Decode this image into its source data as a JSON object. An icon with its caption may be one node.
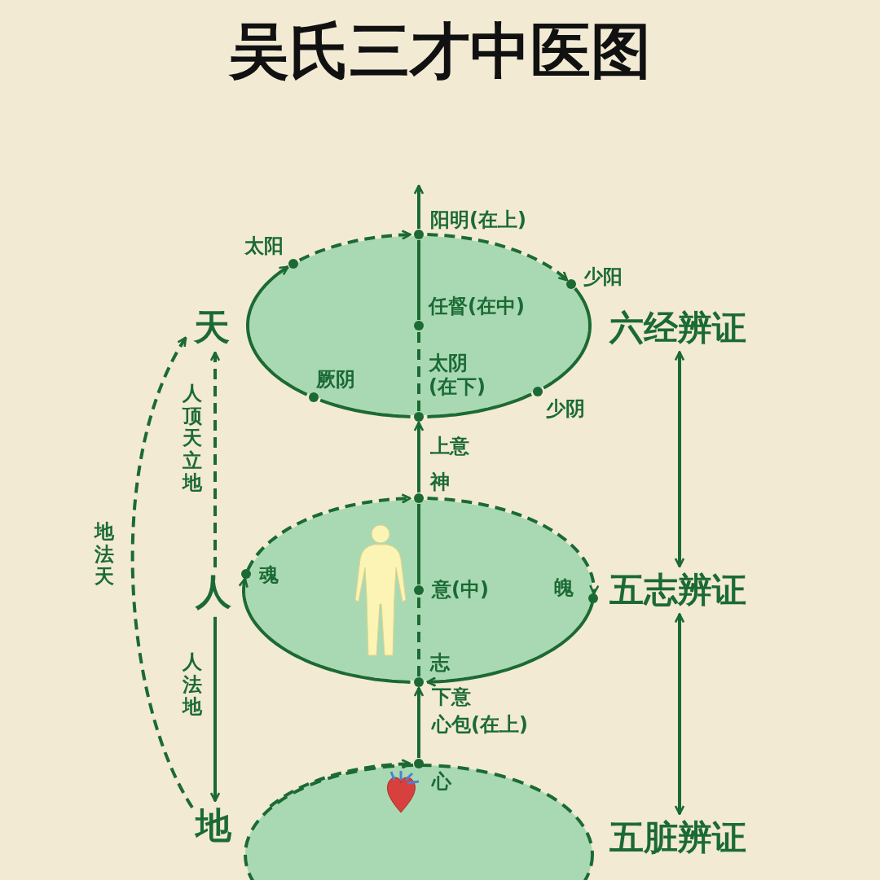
{
  "diagram": {
    "title": "吴氏三才中医图",
    "nodes": [
      {
        "text": [
          "天"
        ]
      },
      {
        "text": [
          "人"
        ]
      },
      {
        "text": [
          "地"
        ]
      },
      {
        "text": [
          "六经辨证"
        ]
      },
      {
        "text": [
          "五志辨证"
        ]
      },
      {
        "text": [
          "五脏辨证"
        ]
      },
      {
        "text": [],
        "shape": "ellipse"
      },
      {
        "text": [
          "太阳"
        ]
      },
      {
        "text": [
          "阳明(在上)"
        ]
      },
      {
        "text": [
          "少阳"
        ]
      },
      {
        "text": [
          "任督(在中)"
        ],
        "in": 6
      },
      {
        "text": [
          "厥阴"
        ]
      },
      {
        "text": [
          "太阴(在下)"
        ]
      },
      {
        "text": [
          "少阴"
        ]
      },
      {
        "text": [],
        "shape": "ellipse"
      },
      {
        "text": [
          "神"
        ]
      },
      {
        "text": [
          "魂"
        ]
      },
      {
        "text": [
          "意(中)"
        ],
        "in": 14
      },
      {
        "text": [
          "魄"
        ]
      },
      {
        "text": [
          "志"
        ]
      },
      {
        "text": [],
        "shape": "person",
        "in": 14
      },
      {
        "text": [],
        "shape": "ellipse"
      },
      {
        "text": [
          "心"
        ]
      },
      {
        "text": [],
        "shape": "picture",
        "in": 21
      }
    ],
    "edges": [
      {
        "from": 1,
        "to": 0,
        "arrow": "to",
        "style": "dashed",
        "label": "人顶天立地"
      },
      {
        "from": 1,
        "to": 2,
        "arrow": "to",
        "label": "人法地"
      },
      {
        "from": 2,
        "to": 0,
        "arrow": "to",
        "style": "dashed",
        "label": "地法天"
      },
      {
        "from": 3,
        "to": 4,
        "arrow": "both"
      },
      {
        "from": 4,
        "to": 5,
        "arrow": "both"
      },
      {
        "from": 11,
        "to": 7,
        "arrow": "to"
      },
      {
        "from": 7,
        "to": 8,
        "arrow": "to",
        "style": "dashed"
      },
      {
        "from": 8,
        "to": 9,
        "arrow": "to",
        "style": "dashed"
      },
      {
        "from": 9,
        "to": 13,
        "arrow": "none"
      },
      {
        "from": 13,
        "to": 12,
        "arrow": "none"
      },
      {
        "from": 12,
        "to": 11,
        "arrow": "none"
      },
      {
        "from": 12,
        "to": 10,
        "arrow": "none",
        "style": "dashed"
      },
      {
        "from": 10,
        "to": 8,
        "arrow": "none"
      },
      {
        "from": 8,
        "to": null,
        "arrow": "to"
      },
      {
        "from": 15,
        "to": 12,
        "arrow": "to",
        "label": "上意"
      },
      {
        "from": 16,
        "to": 15,
        "arrow": "to",
        "style": "dashed"
      },
      {
        "from": 15,
        "to": 18,
        "arrow": "to",
        "style": "dashed"
      },
      {
        "from": 18,
        "to": 19,
        "arrow": "to"
      },
      {
        "from": 19,
        "to": 16,
        "arrow": "to"
      },
      {
        "from": 19,
        "to": 17,
        "arrow": "none",
        "style": "dashed"
      },
      {
        "from": 17,
        "to": 15,
        "arrow": "none"
      },
      {
        "from": 22,
        "to": 19,
        "arrow": "to",
        "label": "心包(在上)"
      },
      {
        "from": 21,
        "to": 22,
        "arrow": "to",
        "style": "dashed"
      }
    ],
    "labels": [
      "下意"
    ]
  }
}
